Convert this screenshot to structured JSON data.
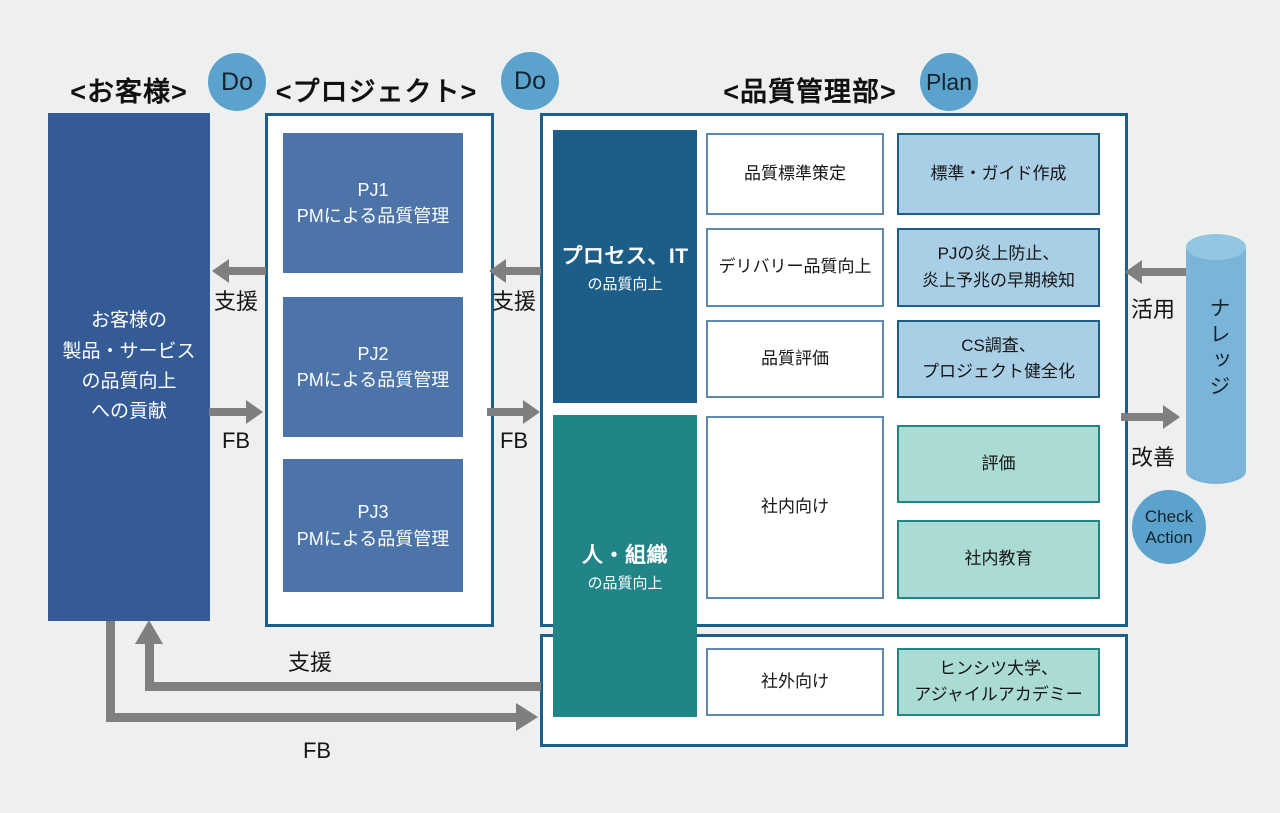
{
  "headers": {
    "customer": "<お客様>",
    "project": "<プロジェクト>",
    "qa": "<品質管理部>"
  },
  "badges": {
    "do_customer": "Do",
    "do_project": "Do",
    "plan": "Plan",
    "check_action": "Check\nAction"
  },
  "customer_box": {
    "text": "お客様の\n製品・サービス\nの品質向上\nへの貢献"
  },
  "projects": [
    {
      "text": "PJ1\nPMによる品質管理"
    },
    {
      "text": "PJ2\nPMによる品質管理"
    },
    {
      "text": "PJ3\nPMによる品質管理"
    }
  ],
  "qa": {
    "process_it": {
      "title": "プロセス、IT",
      "subtitle": "の品質向上"
    },
    "people_org": {
      "title": "人・組織",
      "subtitle": "の品質向上"
    },
    "activities": [
      "品質標準策定",
      "デリバリー品質向上",
      "品質評価",
      "社内向け"
    ],
    "outputs": [
      "標準・ガイド作成",
      "PJの炎上防止、\n炎上予兆の早期検知",
      "CS調査、\nプロジェクト健全化"
    ],
    "internal_outputs": [
      "評価",
      "社内教育"
    ],
    "external": {
      "activity": "社外向け",
      "output": "ヒンシツ大学、\nアジャイルアカデミー"
    }
  },
  "arrows": {
    "shien_customer": "支援",
    "fb_customer": "FB",
    "shien_project": "支援",
    "fb_project": "FB",
    "katsuyo": "活用",
    "kaizen": "改善",
    "shien_bottom": "支援",
    "fb_bottom": "FB"
  },
  "knowledge": {
    "label": "ナレッジ"
  },
  "colors": {
    "bg": "#eef0ef",
    "navy": "#345b96",
    "midblue": "#4d74a8",
    "borderdark": "#1d5e88",
    "teal": "#218588",
    "lightblue": "#a9cfe6",
    "lightteal": "#aadbd4",
    "whiteborder": "#5b87b0",
    "circle": "#5ba3cd",
    "cylinder": "#7ab5d9",
    "cylindertop": "#93c6e2",
    "arrow": "#7f7f7f"
  }
}
